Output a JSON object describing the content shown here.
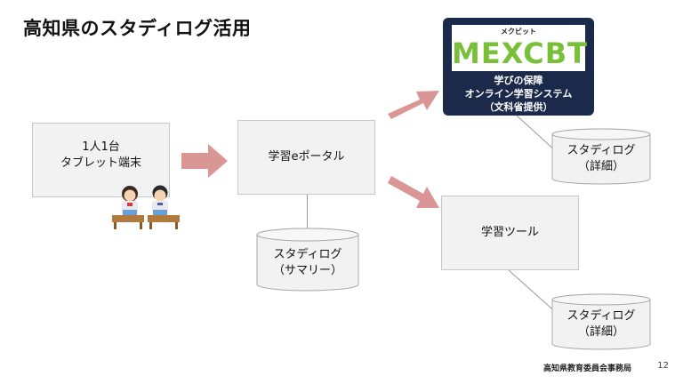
{
  "title": "高知県のスタディログ活用",
  "boxes": {
    "tablet": {
      "line1": "1人1台",
      "line2": "タブレット端末"
    },
    "portal": {
      "label": "学習eポータル"
    },
    "tool": {
      "label": "学習ツール"
    }
  },
  "mexcbt": {
    "logo_kana": "メクビット",
    "logo_word": "MEXCBT",
    "line1": "学びの保障",
    "line2": "オンライン学習システム",
    "line3": "（文科省提供）"
  },
  "databases": {
    "summary": {
      "line1": "スタディログ",
      "line2": "（サマリー）"
    },
    "detail_mexcbt": {
      "line1": "スタディログ",
      "line2": "（詳細）"
    },
    "detail_tool": {
      "line1": "スタディログ",
      "line2": "（詳細）"
    }
  },
  "footer": {
    "org": "高知県教育委員会事務局",
    "page": "12"
  },
  "colors": {
    "arrow": "#d99694",
    "mexcbt_bg": "#1b2a4a",
    "mexcbt_logo": "#78c038"
  }
}
